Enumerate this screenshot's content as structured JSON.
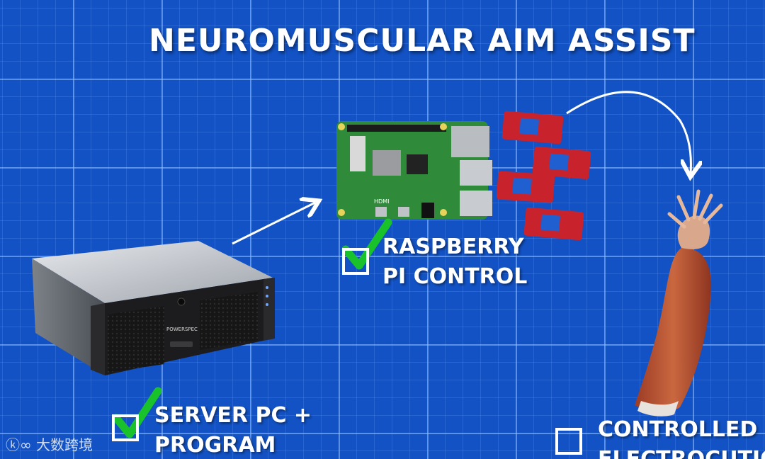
{
  "title": "NEUROMUSCULAR AIM ASSIST",
  "components": {
    "server": {
      "line1": "SERVER PC +",
      "line2": "PROGRAM",
      "brand": "POWERSPEC",
      "checked": true
    },
    "raspberry": {
      "line1": "RASPBERRY",
      "line2": "PI CONTROL",
      "board_text": "HDMI",
      "checked": true
    },
    "electrocution": {
      "line1": "CONTROLLED",
      "line2": "ELECTROCUTIO",
      "checked": false
    }
  },
  "watermark": {
    "text": "大数跨境"
  },
  "icons": [
    "server-icon",
    "raspberry-pi-board-icon",
    "relay-module-icon",
    "arm-muscle-icon",
    "arrow-icon",
    "checkmark-icon"
  ],
  "colors": {
    "background": "#1252c4",
    "check": "#19c22a",
    "relay": "#c8232d",
    "board": "#2f8a3a"
  }
}
